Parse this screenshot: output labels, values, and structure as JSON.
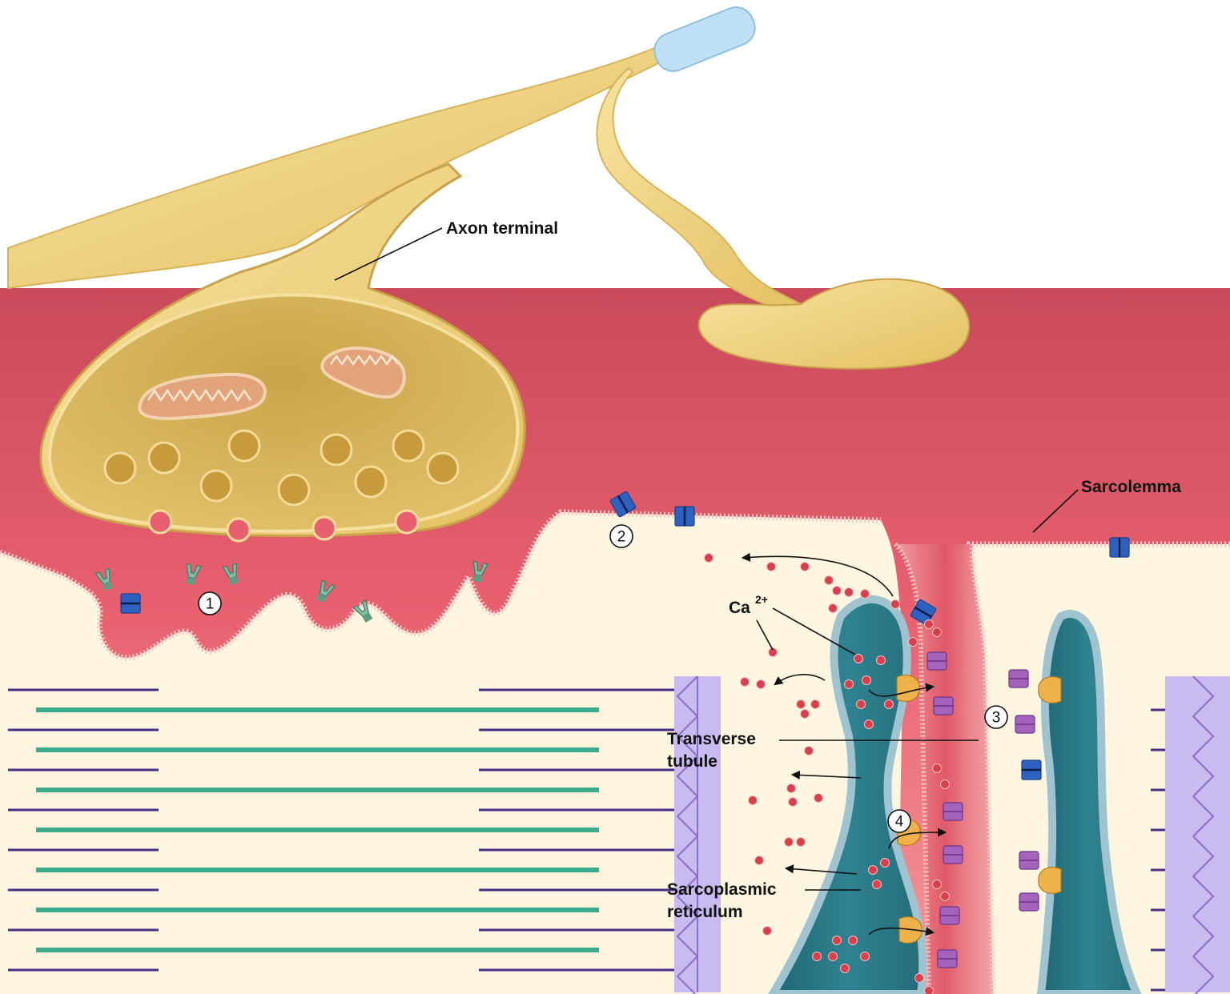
{
  "labels": {
    "axon_terminal": "Axon terminal",
    "sarcolemma": "Sarcolemma",
    "calcium": "Ca",
    "calcium_charge": "2+",
    "transverse_tubule_line1": "Transverse",
    "transverse_tubule_line2": "tubule",
    "sarcoplasmic_reticulum_line1": "Sarcoplasmic",
    "sarcoplasmic_reticulum_line2": "reticulum"
  },
  "steps": [
    "1",
    "2",
    "3",
    "4"
  ],
  "colors": {
    "axon": "#f1d27c",
    "axon_dark": "#d9b452",
    "muscle_pink": "#e2586b",
    "muscle_light": "#f3b8b5",
    "cytoplasm": "#fdf5df",
    "reticulum": "#2f7e8c",
    "reticulum_rim": "#9fc3cf",
    "ion": "#d8404c",
    "thick_filament": "#3cab8a",
    "thin_filament": "#4b2c86",
    "z_disc": "#c7b8ea",
    "channel_blue": "#2f62c0",
    "receptor_green": "#7fbfa5",
    "ryanodine_purple": "#a463bd",
    "dhp_orange": "#efb14a"
  },
  "icons": [
    "acetylcholine-receptor-icon",
    "sodium-channel-icon",
    "dhp-receptor-icon",
    "ryanodine-receptor-icon",
    "calcium-ion-icon",
    "synaptic-vesicle-icon",
    "mitochondrion-icon"
  ]
}
